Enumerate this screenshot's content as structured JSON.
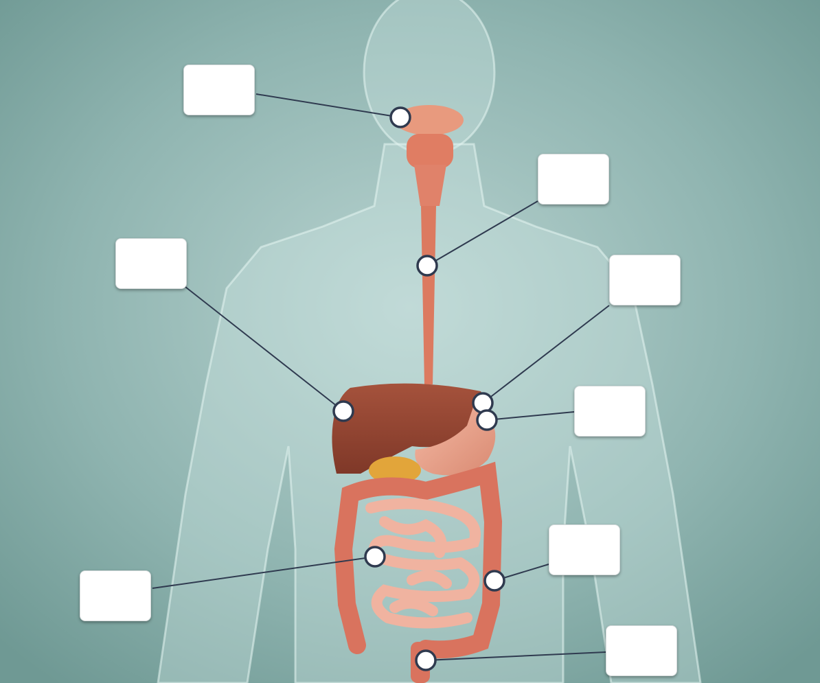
{
  "diagram": {
    "labels": [
      {
        "id": "mouth",
        "text": ""
      },
      {
        "id": "esophagus",
        "text": ""
      },
      {
        "id": "liver",
        "text": ""
      },
      {
        "id": "upper-stomach",
        "text": ""
      },
      {
        "id": "stomach",
        "text": ""
      },
      {
        "id": "small-intestine",
        "text": ""
      },
      {
        "id": "large-intestine",
        "text": ""
      },
      {
        "id": "rectum",
        "text": ""
      }
    ]
  },
  "colors": {
    "background": "#7fa8a4",
    "leader_line": "#2f3a4f",
    "marker_fill": "#ffffff",
    "marker_stroke": "#2f3a4f",
    "organ_liver": "#9a4a36",
    "organ_intestine": "#e59a84",
    "organ_colon": "#d9735e",
    "organ_gallbladder": "#e2a53a"
  }
}
